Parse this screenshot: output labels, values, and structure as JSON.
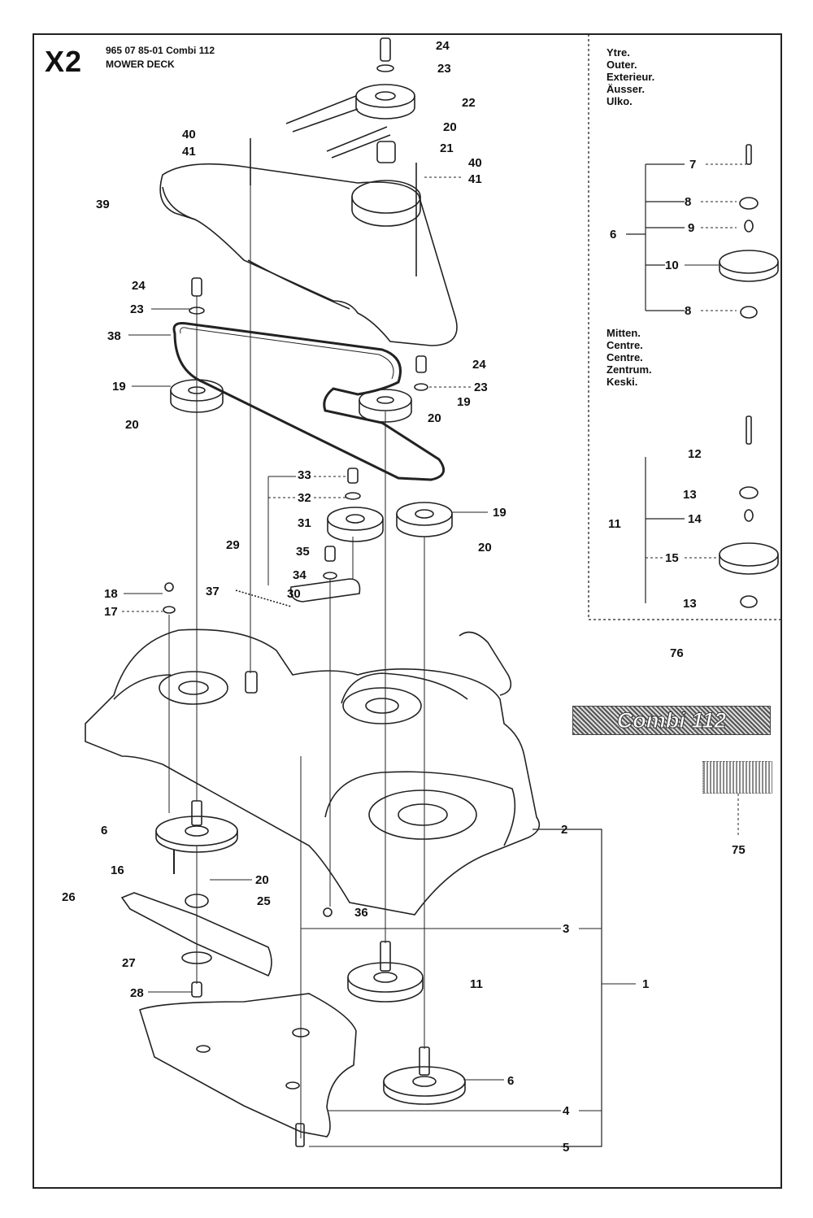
{
  "header": {
    "section": "X2",
    "code": "965 07 85-01 Combi 112",
    "title": "MOWER DECK"
  },
  "outer_languages": [
    "Ytre.",
    "Outer.",
    "Exterieur.",
    "Äusser.",
    "Ulko."
  ],
  "centre_languages": [
    "Mitten.",
    "Centre.",
    "Centre.",
    "Zentrum.",
    "Keski."
  ],
  "badge_text": "Combi 112",
  "callouts": [
    "24",
    "23",
    "22",
    "20",
    "21",
    "40",
    "41",
    "40",
    "41",
    "39",
    "24",
    "23",
    "38",
    "19",
    "20",
    "24",
    "23",
    "19",
    "20",
    "33",
    "32",
    "31",
    "19",
    "20",
    "29",
    "35",
    "34",
    "30",
    "37",
    "18",
    "17",
    "6",
    "16",
    "20",
    "25",
    "26",
    "27",
    "28",
    "36",
    "11",
    "6",
    "2",
    "3",
    "1",
    "4",
    "5",
    "7",
    "8",
    "9",
    "6",
    "10",
    "8",
    "12",
    "13",
    "14",
    "11",
    "15",
    "13",
    "76",
    "75"
  ]
}
